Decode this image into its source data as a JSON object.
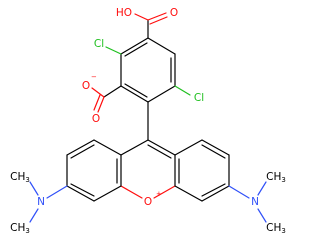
{
  "molecule": {
    "labels": {
      "cooh": "HO",
      "cooh_o": "O",
      "cl_top": "Cl",
      "cl_right": "Cl",
      "carboxylate_o": "O",
      "carboxylate_charge": "−",
      "carboxylate_o2": "O",
      "ring_o": "O",
      "ring_o_charge": "+",
      "n_left": "N",
      "n_right": "N",
      "ch3_left_top": "CH",
      "ch3_left_top_sub": "3",
      "ch3_left_bottom": "CH",
      "ch3_left_bottom_sub": "3",
      "ch3_right_top": "CH",
      "ch3_right_top_sub": "3",
      "ch3_right_bottom": "CH",
      "ch3_right_bottom_sub": "3"
    },
    "colors": {
      "oxygen": "#ff0d0d",
      "chlorine": "#1fbf1f",
      "nitrogen": "#3050f8",
      "carbon": "#000000"
    }
  }
}
